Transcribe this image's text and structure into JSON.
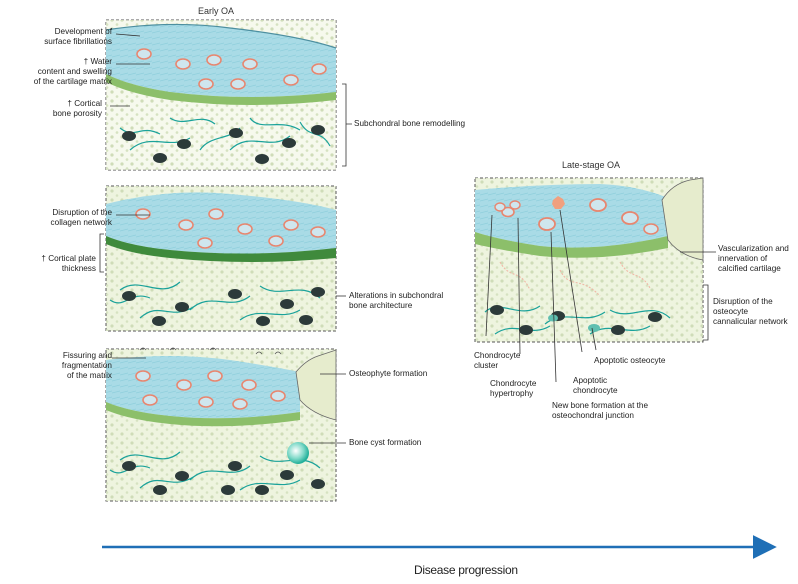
{
  "panels": {
    "early_title": "Early OA",
    "late_title": "Late-stage OA"
  },
  "labels": {
    "surface_fibrillations": [
      "Development of",
      "surface fibrillations"
    ],
    "water_content": [
      "† Water",
      "content and swelling",
      "of the cartilage matrix"
    ],
    "cortical_porosity": [
      "† Cortical",
      "bone porosity"
    ],
    "subchondral_remodelling": "Subchondral bone remodelling",
    "collagen_network": [
      "Disruption of the",
      "collagen network"
    ],
    "cortical_plate": [
      "† Cortical plate",
      "thickness"
    ],
    "subchondral_architecture": [
      "Alterations in subchondral",
      "bone architecture"
    ],
    "fissuring": [
      "Fissuring and",
      "fragmentation",
      "of the matrix"
    ],
    "osteophyte": "Osteophyte formation",
    "bone_cyst": "Bone cyst formation",
    "vascularization": [
      "Vascularization and",
      "innervation of",
      "calcified cartilage"
    ],
    "osteocyte_network": [
      "Disruption of the",
      "osteocyte",
      "cannalicular network"
    ],
    "chondrocyte_cluster": [
      "Chondrocyte",
      "cluster"
    ],
    "chondrocyte_hypertrophy": [
      "Chondrocyte",
      "hypertrophy"
    ],
    "new_bone": [
      "New bone formation at the",
      "osteochondral junction"
    ],
    "apoptotic_chondrocyte": [
      "Apoptotic",
      "chondrocyte"
    ],
    "apoptotic_osteocyte": "Apoptotic osteocyte"
  },
  "axis": {
    "label": "Disease progression"
  },
  "colors": {
    "cartilage": "#a9dbe6",
    "cartilage_dark": "#7fc2d3",
    "calcified": "#8cbf6a",
    "bone": "#eef4df",
    "dots": "#cfdcb8",
    "cell_ring": "#e8866f",
    "cell_fill": "#cfe6ee",
    "osteocyte": "#2c3a3a",
    "canaliculi": "#1aa29a",
    "arrow": "#1f6fb6",
    "frame": "#555555"
  }
}
